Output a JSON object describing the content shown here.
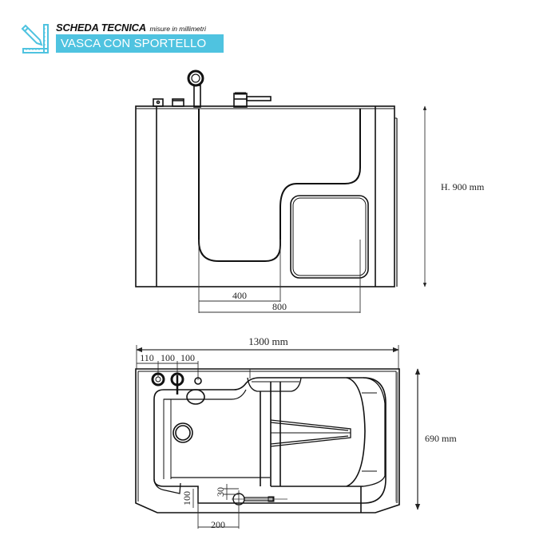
{
  "header": {
    "title": "SCHEDA TECNICA",
    "subtitle": "misure in millimetri",
    "product_name": "VASCA CON SPORTELLO",
    "logo_icon": "ruler-pencil-icon",
    "accent_color": "#4fc3e0"
  },
  "side_view": {
    "label": "side-elevation",
    "height_label": "H. 900 mm",
    "dim_door_400": "400",
    "dim_door_800": "800"
  },
  "top_view": {
    "label": "plan-view",
    "width_label": "1300 mm",
    "depth_label": "690 mm",
    "dim_110": "110",
    "dim_100_a": "100",
    "dim_100_b": "100",
    "dim_100_side": "100",
    "dim_30": "30",
    "dim_200": "200"
  },
  "colors": {
    "line": "#111111",
    "dim_line": "#333333",
    "background": "#ffffff"
  }
}
